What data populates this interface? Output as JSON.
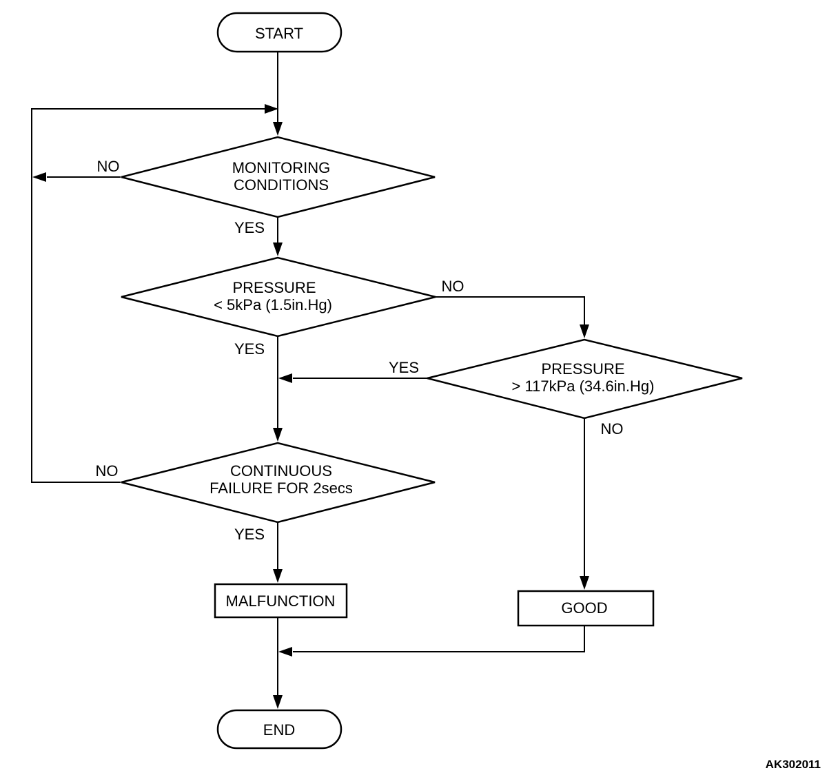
{
  "nodes": {
    "start": "START",
    "monitoring": [
      "MONITORING",
      "CONDITIONS"
    ],
    "pressure_low": [
      "PRESSURE",
      "< 5kPa (1.5in.Hg)"
    ],
    "pressure_high": [
      "PRESSURE",
      "> 117kPa (34.6in.Hg)"
    ],
    "continuous": [
      "CONTINUOUS",
      "FAILURE FOR 2secs"
    ],
    "malfunction": "MALFUNCTION",
    "good": "GOOD",
    "end": "END"
  },
  "branch_labels": {
    "monitoring_no": "NO",
    "monitoring_yes": "YES",
    "pressure_low_no": "NO",
    "pressure_low_yes": "YES",
    "pressure_high_yes": "YES",
    "pressure_high_no": "NO",
    "continuous_no": "NO",
    "continuous_yes": "YES"
  },
  "figure_code": "AK302011"
}
